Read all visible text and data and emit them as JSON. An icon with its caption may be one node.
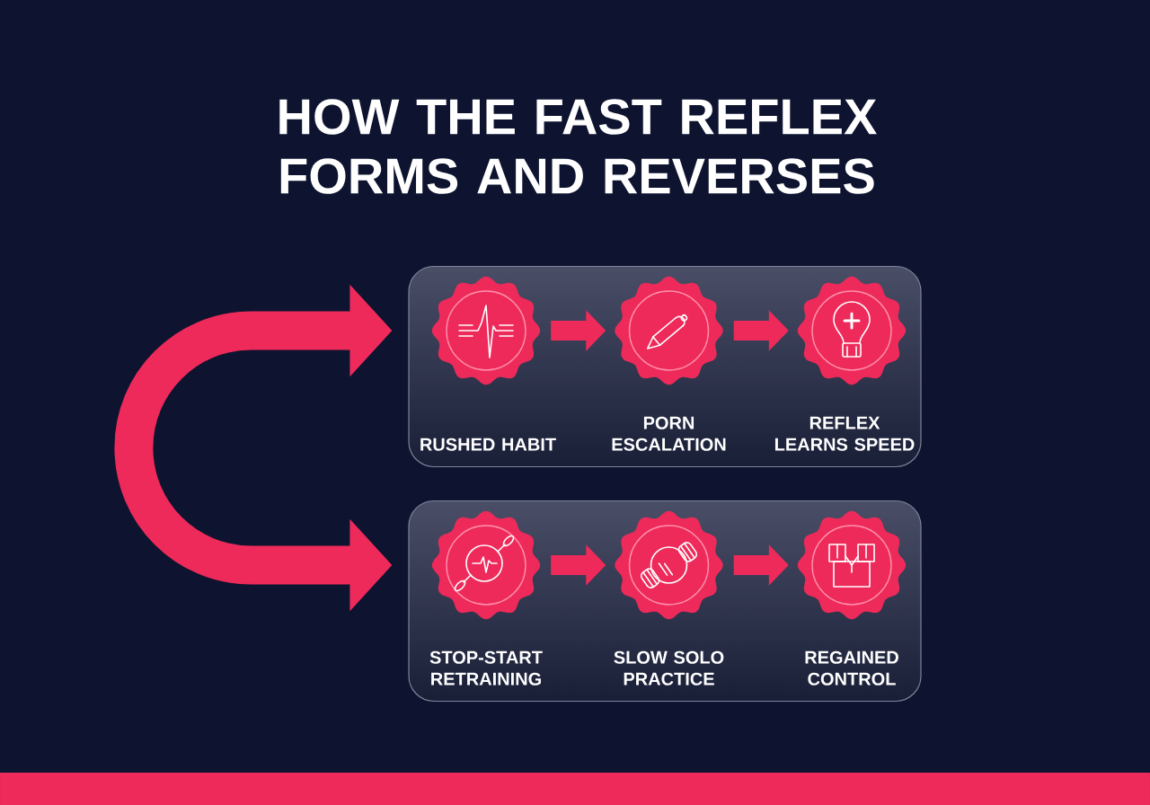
{
  "diagram": {
    "title": "HOW THE FAST REFLEX FORMS AND REVERSES",
    "nodes": [
      {
        "text": [],
        "shape": "box"
      },
      {
        "text": [
          "RUSHED HABIT"
        ],
        "in": 0
      },
      {
        "text": [
          "PORN ESCALATION"
        ],
        "in": 0
      },
      {
        "text": [
          "REFLEX LEARNS SPEED"
        ],
        "in": 0
      },
      {
        "text": [],
        "shape": "box"
      },
      {
        "text": [
          "STOP-START RETRAINING"
        ],
        "in": 4
      },
      {
        "text": [
          "SLOW SOLO PRACTICE"
        ],
        "in": 4
      },
      {
        "text": [
          "REGAINED CONTROL"
        ],
        "in": 4
      }
    ],
    "edges": [
      {
        "from": 1,
        "to": 2,
        "arrow": "to"
      },
      {
        "from": 2,
        "to": 3,
        "arrow": "to"
      },
      {
        "from": 5,
        "to": 6,
        "arrow": "to"
      },
      {
        "from": 6,
        "to": 7,
        "arrow": "to"
      },
      {
        "from": 0,
        "to": 4,
        "arrow": "both",
        "style": "thick"
      }
    ]
  }
}
